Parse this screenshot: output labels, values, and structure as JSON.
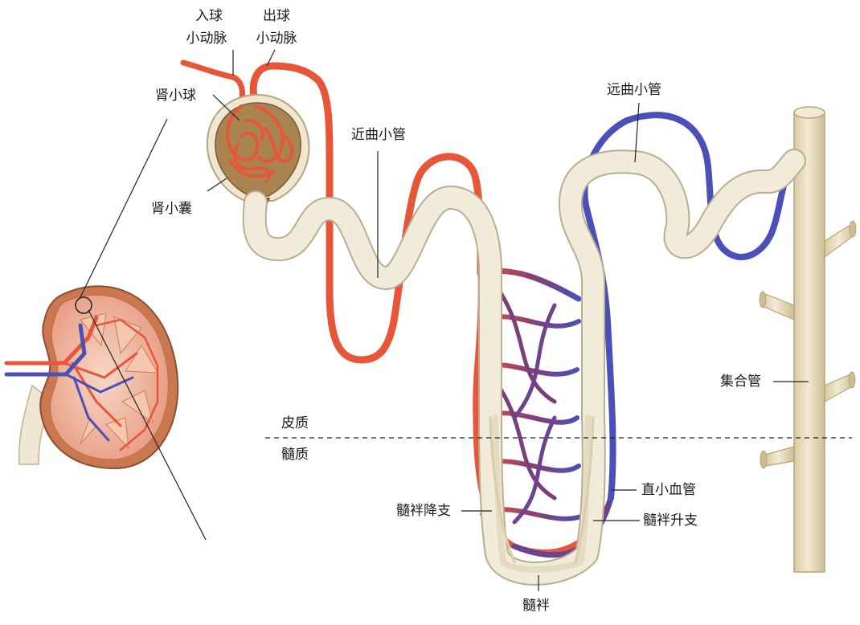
{
  "labels": {
    "afferent_line1": "入球",
    "afferent_line2": "小动脉",
    "efferent_line1": "出球",
    "efferent_line2": "小动脉",
    "glomerulus": "肾小球",
    "capsule": "肾小囊",
    "proximal_tubule": "近曲小管",
    "distal_tubule": "远曲小管",
    "collecting_duct": "集合管",
    "cortex": "皮质",
    "medulla": "髓质",
    "vasa_recta": "直小血管",
    "descending_limb": "髓袢降支",
    "ascending_limb": "髓袢升支",
    "loop": "髓袢"
  },
  "colors": {
    "artery": "#e8563a",
    "vein": "#4b4fb8",
    "tubule": "#f1ebd9",
    "tubule_edge": "#b9ad92",
    "duct": "#ece2c6",
    "capsule": "#a07a44",
    "kidney": "#f2b8a0"
  }
}
